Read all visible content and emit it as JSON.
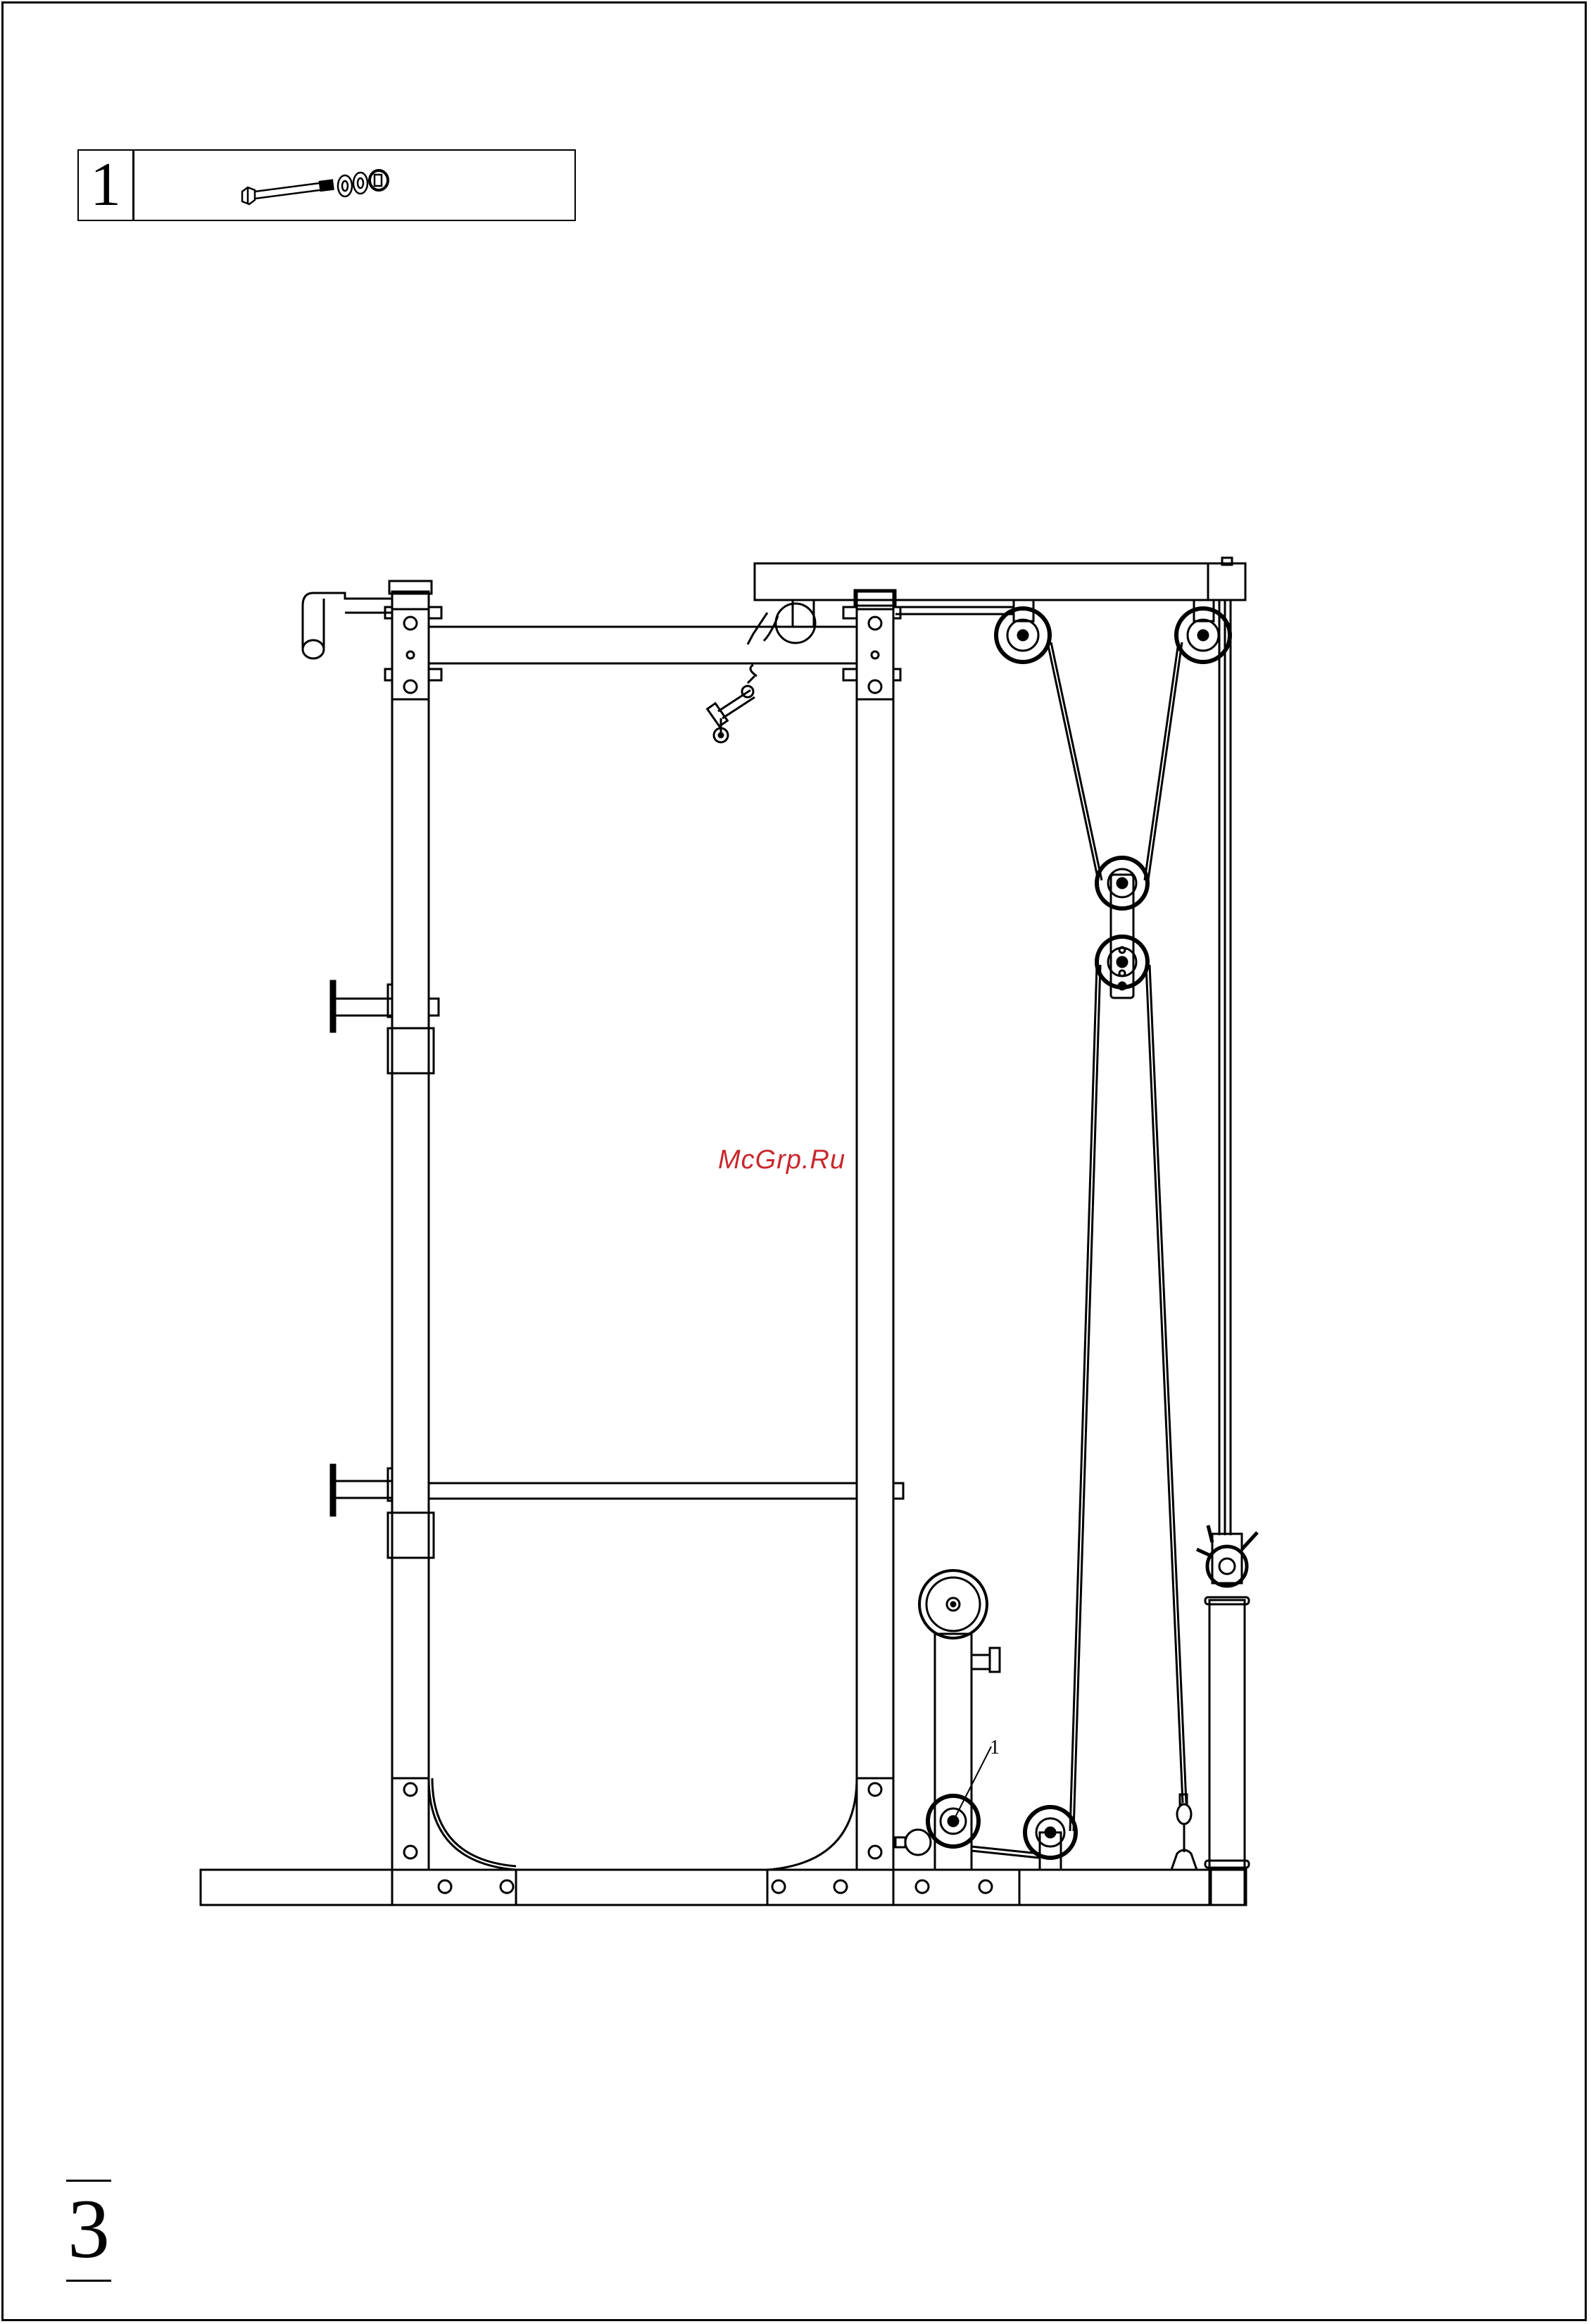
{
  "parts_box": {
    "step_number": "1",
    "hardware_icon": "bolt-washers-nut-icon"
  },
  "diagram": {
    "callouts": [
      {
        "label": "1"
      }
    ]
  },
  "watermark": "McGrp.Ru",
  "page_number": "3"
}
